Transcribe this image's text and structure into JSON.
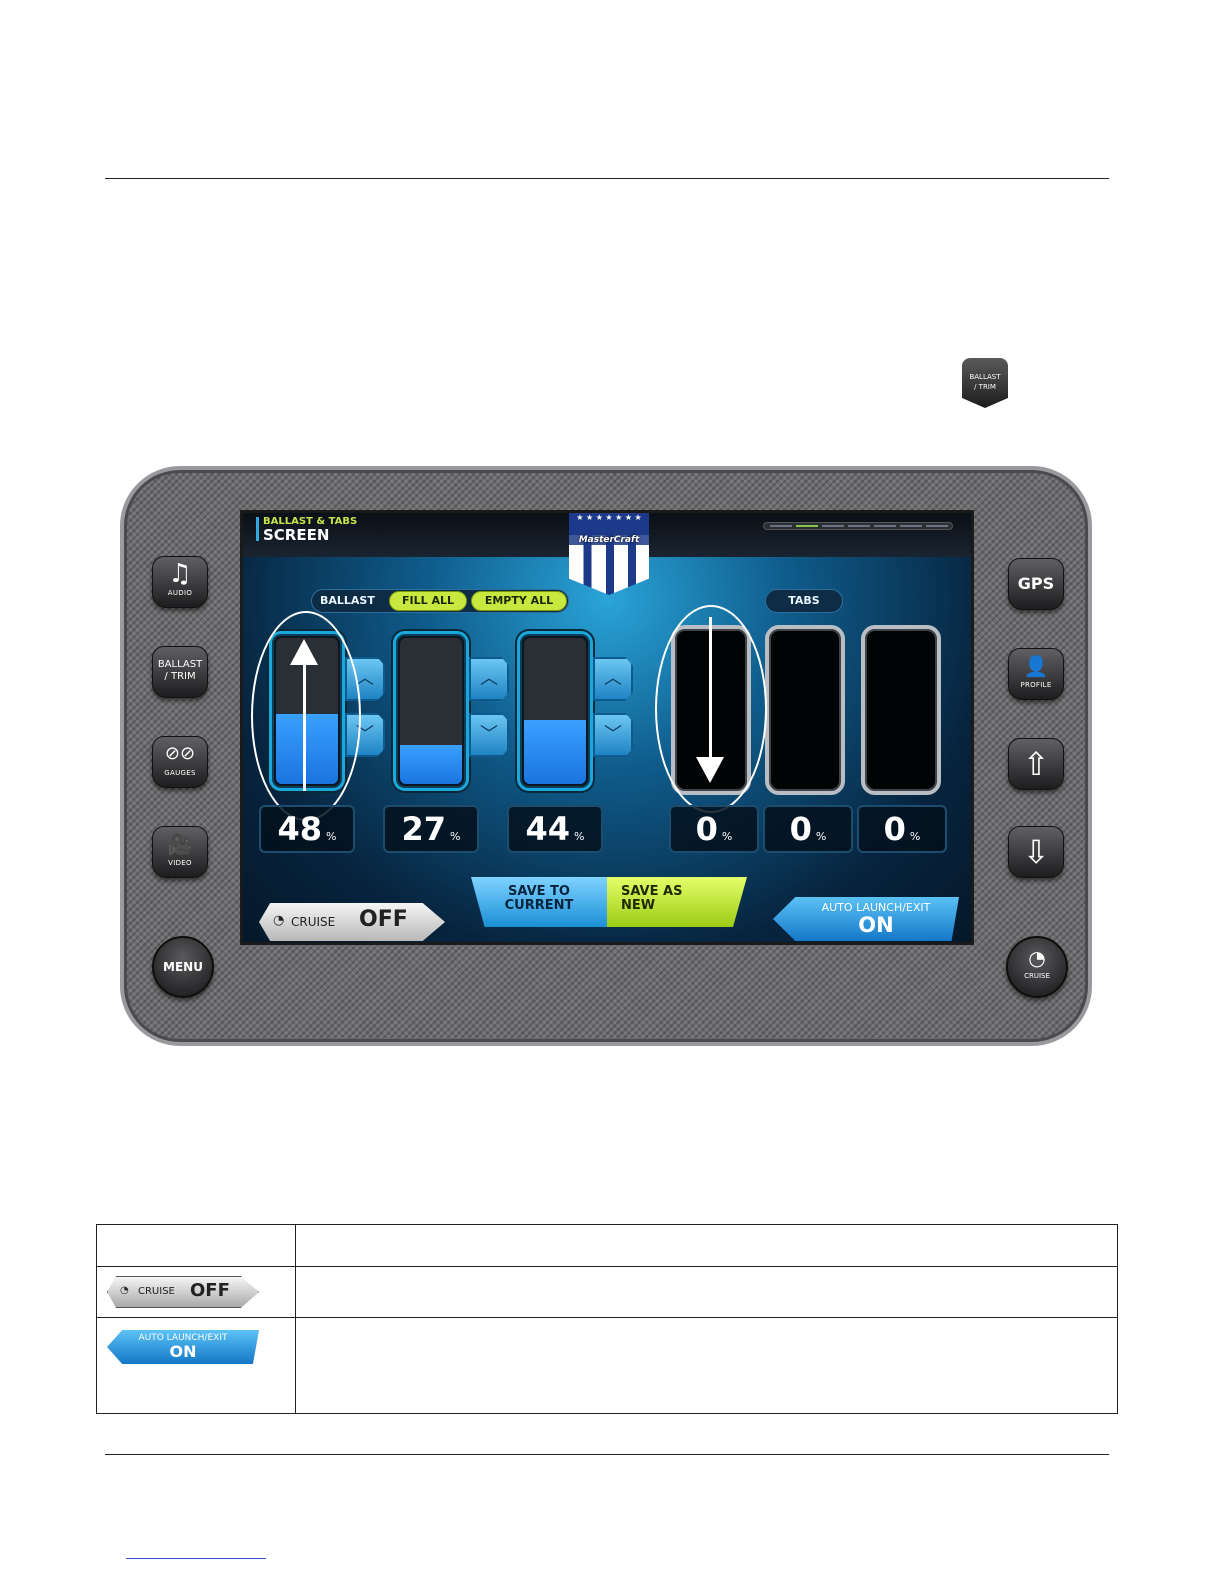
{
  "side_key": {
    "label_line1": "BALLAST",
    "label_line2": "/ TRIM"
  },
  "device": {
    "left_buttons": [
      {
        "icon": "♫",
        "label": "AUDIO"
      },
      {
        "label_line1": "BALLAST",
        "label_line2": "/ TRIM"
      },
      {
        "icon": "⊘⊘",
        "label": "GAUGES"
      },
      {
        "icon": "🎥",
        "label": "VIDEO"
      }
    ],
    "menu_label": "MENU",
    "right_buttons": [
      {
        "label": "GPS"
      },
      {
        "icon": "👤",
        "label": "PROFILE"
      },
      {
        "icon": "⇧"
      },
      {
        "icon": "⇩"
      }
    ],
    "cruise_button_label": "CRUISE"
  },
  "screen": {
    "title_small": "BALLAST & TABS",
    "title": "SCREEN",
    "logo_stars": "★ ★ ★ ★ ★ ★ ★",
    "logo_word": "MasterCraft",
    "ballast_label": "BALLAST",
    "fill_all": "FILL ALL",
    "empty_all": "EMPTY ALL",
    "tabs_label": "TABS",
    "ballast_tanks": [
      {
        "value": "48",
        "fill": 0.48
      },
      {
        "value": "27",
        "fill": 0.27
      },
      {
        "value": "44",
        "fill": 0.44
      }
    ],
    "tabs": [
      {
        "value": "0"
      },
      {
        "value": "0"
      },
      {
        "value": "0"
      }
    ],
    "unit": "%",
    "cruise": {
      "label": "CRUISE",
      "state": "OFF"
    },
    "save_to_current": [
      "SAVE TO",
      "CURRENT"
    ],
    "save_as_new": [
      "SAVE AS",
      "NEW"
    ],
    "auto_launch": {
      "label": "AUTO LAUNCH/EXIT",
      "state": "ON"
    }
  },
  "table": {
    "cruise": {
      "label": "CRUISE",
      "state": "OFF"
    },
    "auto_launch": {
      "label": "AUTO LAUNCH/EXIT",
      "state": "ON"
    }
  }
}
